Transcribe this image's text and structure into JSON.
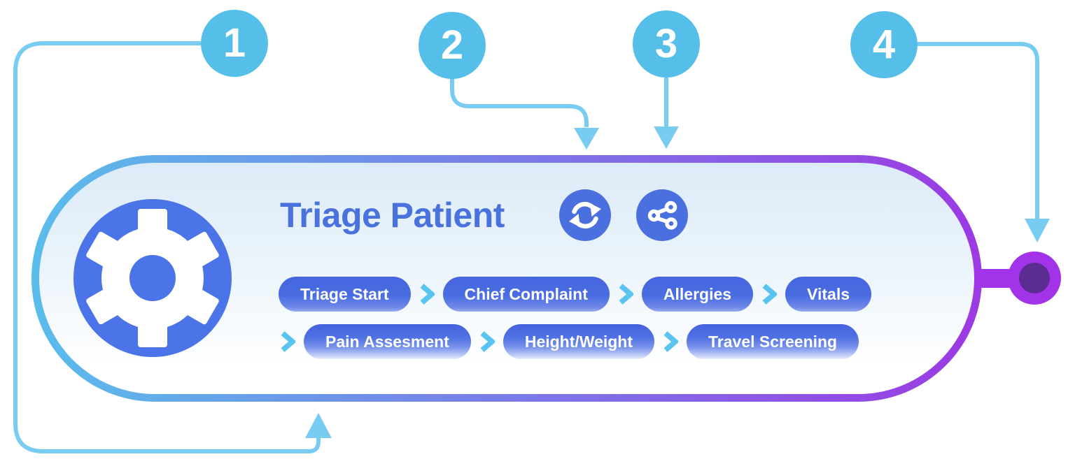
{
  "callouts": [
    {
      "number": "1"
    },
    {
      "number": "2"
    },
    {
      "number": "3"
    },
    {
      "number": "4"
    }
  ],
  "card": {
    "title": "Triage Patient",
    "action_icons": [
      {
        "name": "refresh-icon"
      },
      {
        "name": "share-icon"
      }
    ],
    "badge_icon": "gear-icon",
    "workflow": {
      "row1": [
        "Triage Start",
        "Chief Complaint",
        "Allergies",
        "Vitals"
      ],
      "row2": [
        "Pain Assesment",
        "Height/Weight",
        "Travel Screening"
      ]
    }
  },
  "colors": {
    "callout_badge": "#56BFE9",
    "connector_line": "#78CCF2",
    "title_blue": "#4A72DD",
    "pill_blue": "#4A6DE2",
    "chevron_cyan": "#59C4F0",
    "icon_circle_blue": "#4A6FDE",
    "gear_blue": "#4A74E8",
    "border_gradient_left": "#5ABDEB",
    "border_gradient_mid": "#7B79E8",
    "border_gradient_right": "#9C39E3",
    "endpoint_ring": "#A233E8",
    "endpoint_core": "#5C2D91"
  }
}
